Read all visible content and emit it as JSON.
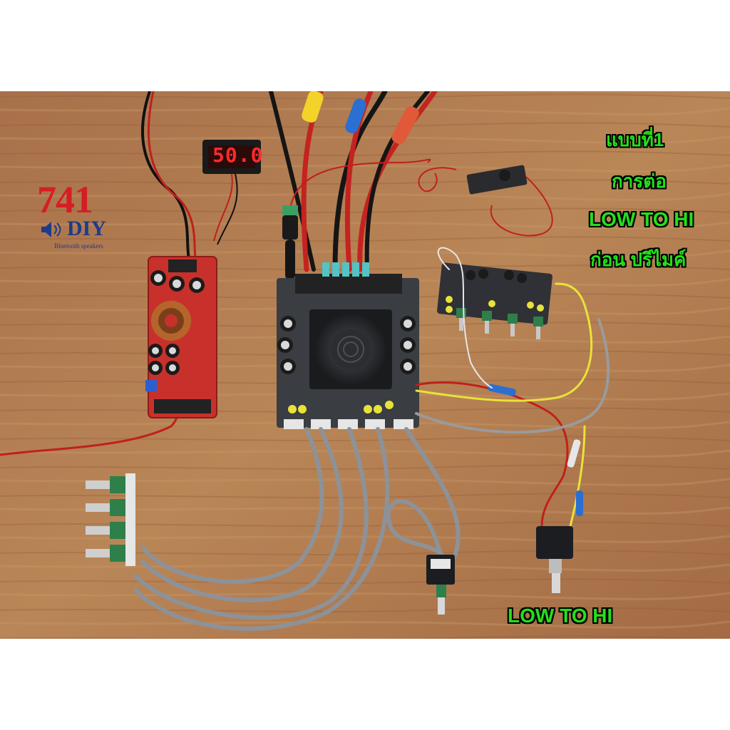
{
  "logo": {
    "number": "741",
    "brand": "DIY",
    "tagline": "Bluetooth speakers"
  },
  "labels": {
    "style_title": "แบบที่1",
    "connect": "การต่อ",
    "low_to_hi_top": "LOW TO HI",
    "before_preamp": "ก่อน ปรีไมค์",
    "low_to_hi_bottom": "LOW TO HI"
  },
  "voltmeter": {
    "reading": "50.0"
  },
  "colors": {
    "label_green": "#22e01a",
    "logo_red": "#d41e24",
    "logo_blue": "#1f3b8a",
    "wood": "#b07a4e",
    "board_red": "#c8312b",
    "board_dark": "#3a3d42"
  }
}
